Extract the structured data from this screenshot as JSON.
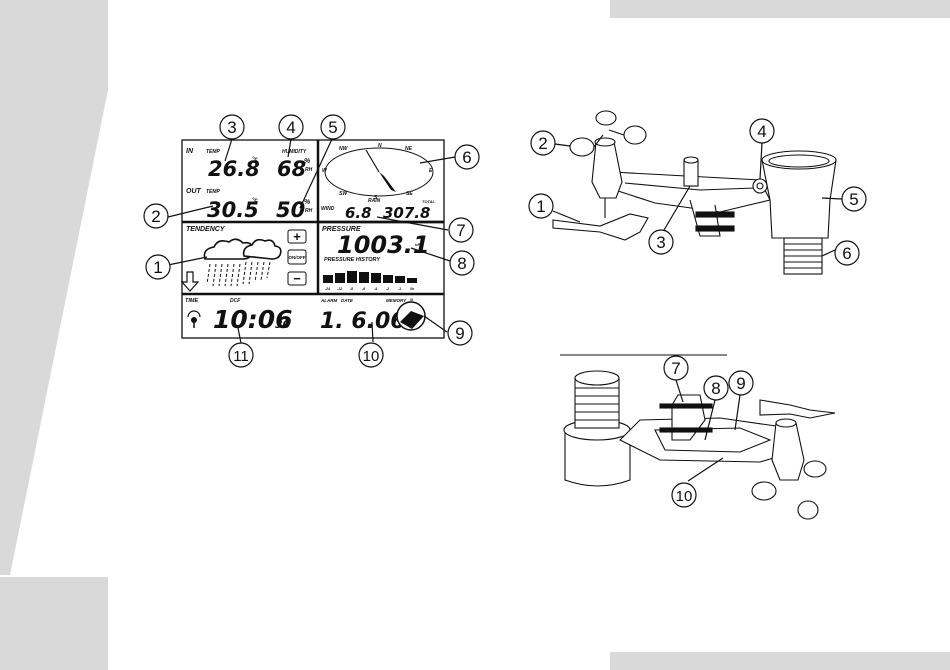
{
  "colors": {
    "background": "#ffffff",
    "side_band": "#d9d9d9",
    "ink": "#111111"
  },
  "display": {
    "in_label": "IN",
    "out_label": "OUT",
    "temp_label": "TEMP",
    "humidity_label": "HUMIDITY",
    "in_temp": "26.8",
    "in_temp_unit": "°c",
    "in_humidity": "68",
    "humidity_unit": "%",
    "rh_label": "RH",
    "out_temp": "30.5",
    "out_temp_unit": "°c",
    "out_humidity": "50",
    "tendency_label": "TENDENCY",
    "plus": "+",
    "minus": "−",
    "onoff": "ON/OFF",
    "compass": [
      "N",
      "NE",
      "E",
      "SE",
      "S",
      "SW",
      "W",
      "NW"
    ],
    "wind_label": "WIND",
    "wind_value": "6.8",
    "rain_label": "RAIN",
    "rain_value": "307.8",
    "rain_unit": "TOTAL",
    "pressure_label": "PRESSURE",
    "pressure_value": "1003.1",
    "pressure_unit": "hPa",
    "pressure_history_label": "PRESSURE HISTORY",
    "pressure_history_ticks": [
      "-24",
      "-12",
      "-8",
      "-6",
      "-4",
      "-2",
      "-1",
      "0h"
    ],
    "time_label": "TIME",
    "dcf_label": "DCF",
    "time_value": "10:06",
    "seconds_value": "30",
    "alarm_label": "ALARM",
    "date_label": "DATE",
    "date_value": "1. 6.06",
    "memory_label": "MEMORY",
    "moon_label": "N"
  },
  "callouts": {
    "display": [
      "1",
      "2",
      "3",
      "4",
      "5",
      "6",
      "7",
      "8",
      "9",
      "10",
      "11"
    ],
    "sensor_top": [
      "1",
      "2",
      "3",
      "4",
      "5",
      "6"
    ],
    "sensor_bottom": [
      "7",
      "8",
      "9",
      "10"
    ]
  }
}
